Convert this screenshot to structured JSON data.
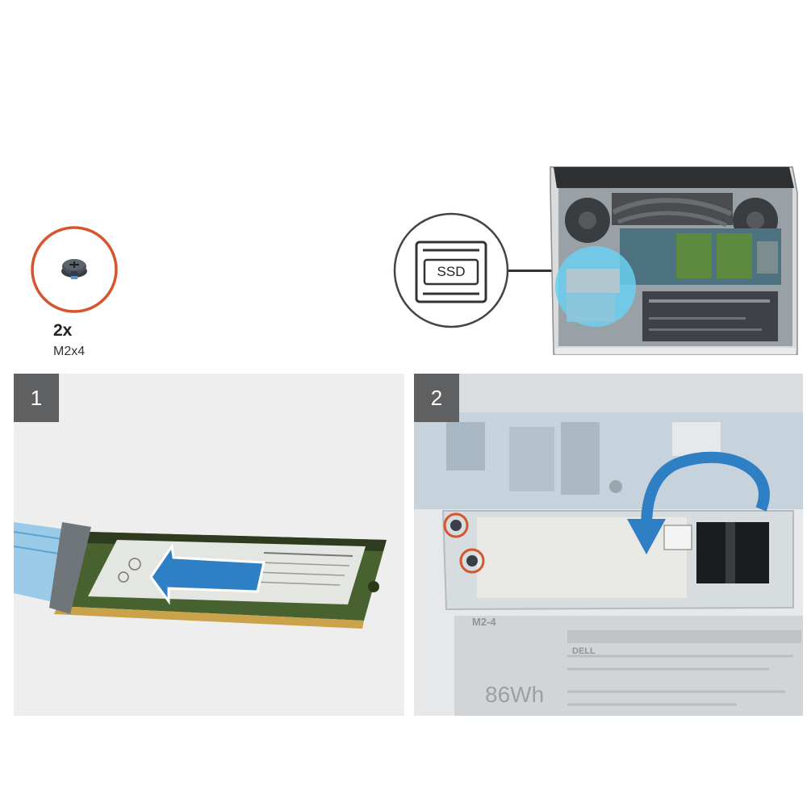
{
  "screw": {
    "quantity": "2x",
    "size": "M2x4"
  },
  "ssd_badge": {
    "label": "SSD"
  },
  "steps": [
    {
      "number": "1"
    },
    {
      "number": "2"
    }
  ],
  "battery": {
    "capacity": "86Wh",
    "m2_label": "M2-4",
    "brand": "DELL"
  },
  "colors": {
    "callout_ring": "#d6552e",
    "arrow_blue": "#2f7fc4",
    "ssd_highlight": "#6ad0f0",
    "step_badge": "#5f6061"
  }
}
